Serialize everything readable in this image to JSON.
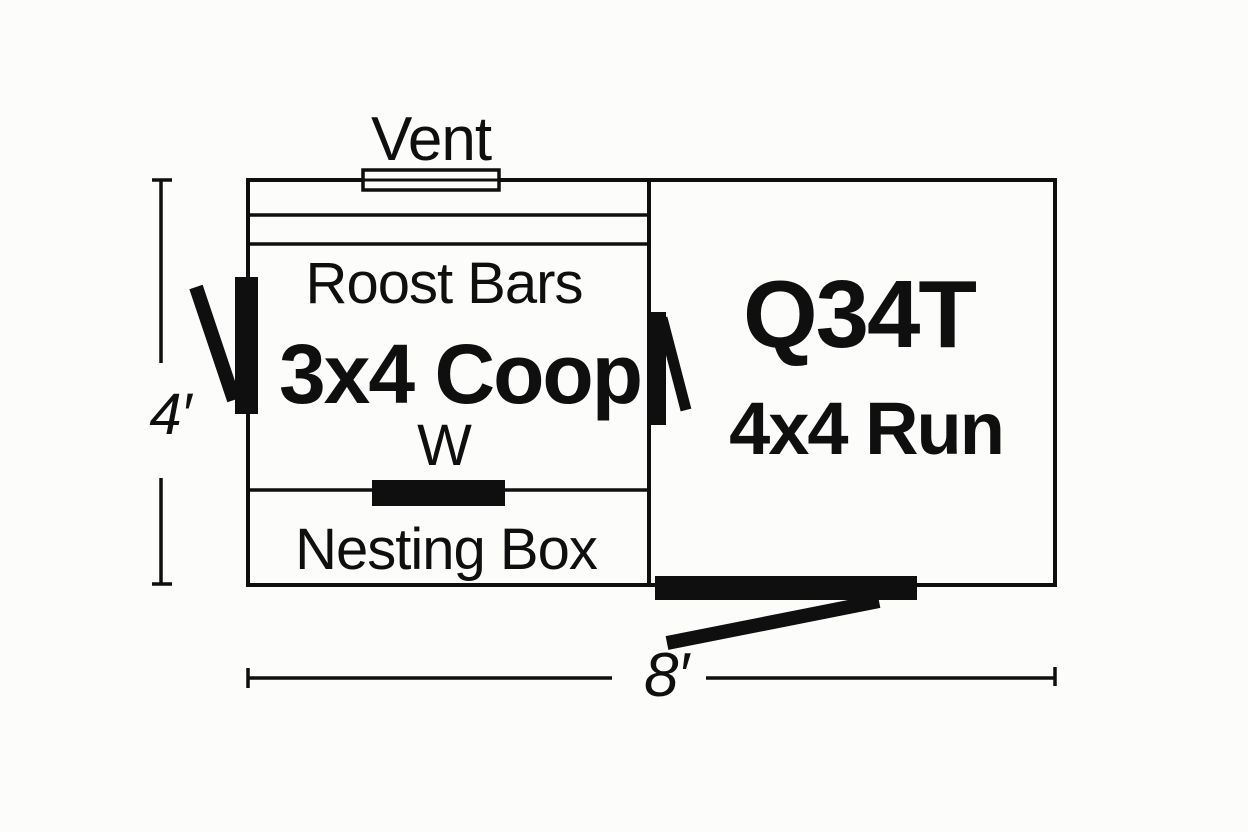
{
  "colors": {
    "ink": "#0f0f0f",
    "background": "#fcfcfb"
  },
  "floor_plan": {
    "coop": {
      "vent": "Vent",
      "roost_bars": "Roost Bars",
      "size": "3x4 Coop",
      "window": "W",
      "nesting_box": "Nesting Box"
    },
    "run": {
      "code": "Q34T",
      "size": "4x4 Run"
    },
    "dimensions": {
      "height": "4′",
      "width": "8′"
    }
  }
}
